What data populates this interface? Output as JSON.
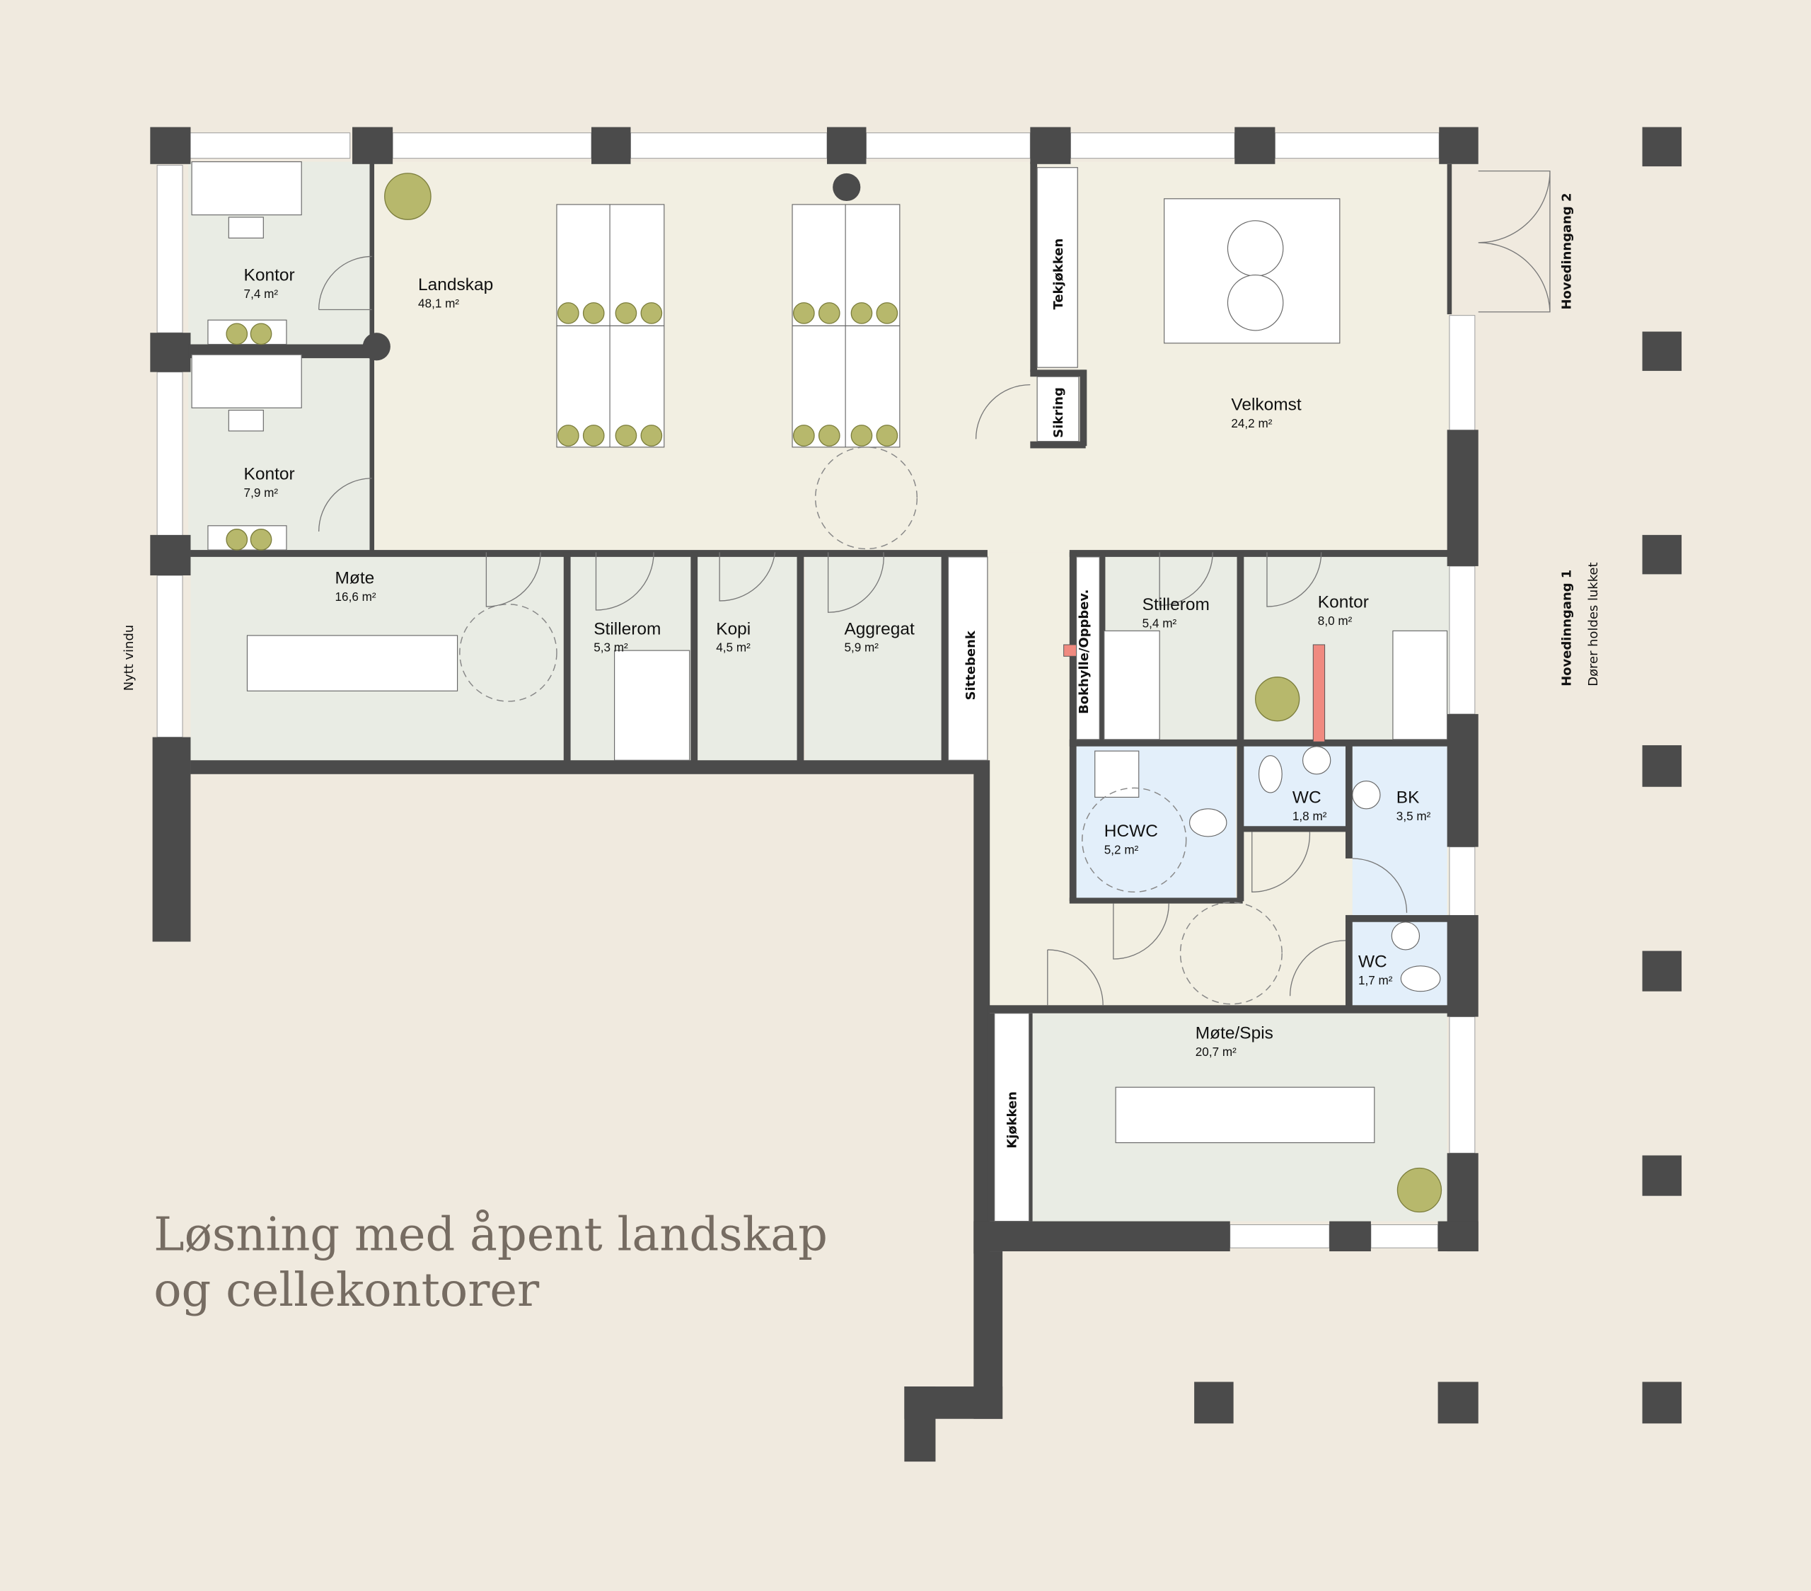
{
  "title": {
    "line1": "Løsning med åpent landskap",
    "line2": "og cellekontorer"
  },
  "colors": {
    "background": "#f0eadf",
    "open_floor": "#f2efe2",
    "room_floor": "#e9ece4",
    "wet_room": "#e3effa",
    "wall": "#4b4b4b",
    "plant": "#b7b86c",
    "marker": "#f08a80"
  },
  "rooms": [
    {
      "name": "Kontor",
      "area": "7,4 m²"
    },
    {
      "name": "Kontor",
      "area": "7,9 m²"
    },
    {
      "name": "Landskap",
      "area": "48,1 m²"
    },
    {
      "name": "Velkomst",
      "area": "24,2 m²"
    },
    {
      "name": "Møte",
      "area": "16,6 m²"
    },
    {
      "name": "Stillerom",
      "area": "5,3 m²"
    },
    {
      "name": "Kopi",
      "area": "4,5 m²"
    },
    {
      "name": "Aggregat",
      "area": "5,9 m²"
    },
    {
      "name": "Stillerom",
      "area": "5,4 m²"
    },
    {
      "name": "Kontor",
      "area": "8,0 m²"
    },
    {
      "name": "HCWC",
      "area": "5,2 m²"
    },
    {
      "name": "WC",
      "area": "1,8 m²"
    },
    {
      "name": "BK",
      "area": "3,5 m²"
    },
    {
      "name": "WC",
      "area": "1,7 m²"
    },
    {
      "name": "Møte/Spis",
      "area": "20,7 m²"
    }
  ],
  "fixtures": {
    "tekjokken": "Tekjøkken",
    "sikring": "Sikring",
    "sittebenk": "Sittebenk",
    "bokhylle": "Bokhylle/Oppbev.",
    "kjokken": "Kjøkken"
  },
  "annotations": {
    "nytt_vindu": "Nytt vindu",
    "entrance2": "Hovedinngang 2",
    "entrance1": "Hovedinngang 1",
    "entrance1_note": "Dører holdes lukket"
  }
}
